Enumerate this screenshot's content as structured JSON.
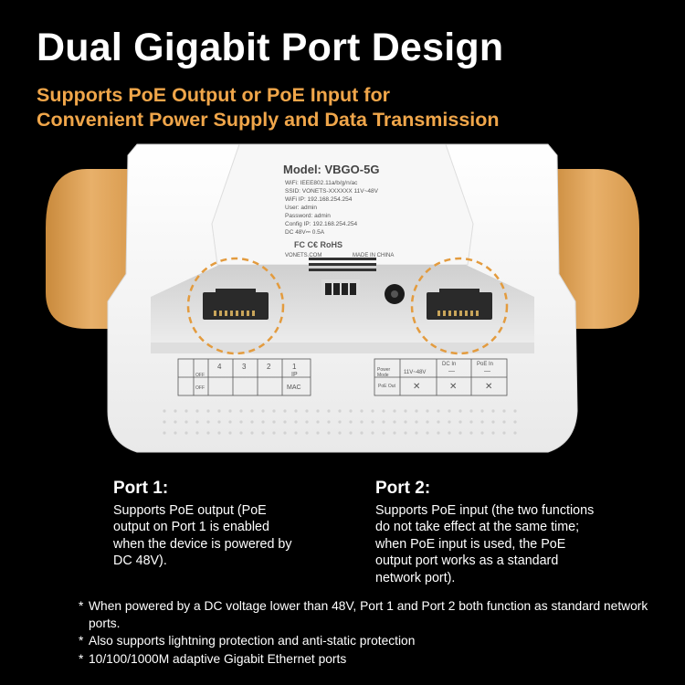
{
  "header": {
    "title": "Dual Gigabit Port Design",
    "subtitle_line1": "Supports PoE Output or PoE Input for",
    "subtitle_line2": "Convenient Power Supply and Data Transmission"
  },
  "device_label": {
    "model": "Model: VBGO-5G",
    "wifi": "WiFi: IEEE802.11a/b/g/n/ac",
    "ssid": "SSID: VONETS-XXXXXX   11V~48V",
    "wifi_ip": "WiFi IP: 192.168.254.254",
    "user": "User: admin",
    "password": "Password: admin",
    "config_ip": "Config IP: 192.168.254.254",
    "dc": "DC 48V⎓ 0.5A",
    "certs": "FC  C€  RoHS",
    "website": "VONETS.COM",
    "origin": "MADE IN CHINA"
  },
  "switch_table": {
    "headers": [
      "4",
      "3",
      "2",
      "1"
    ],
    "off_label": "OFF",
    "ip_label": "IP",
    "mac_label": "MAC"
  },
  "power_table": {
    "col_dcin": "DC In",
    "col_poein": "PoE In",
    "row_power_mode": "Power Mode",
    "row_poe_out": "PoE Out",
    "voltage": "11V~48V",
    "dash": "—",
    "cross": "✕"
  },
  "port1": {
    "heading": "Port 1:",
    "desc": "Supports PoE output (PoE output on Port 1 is enabled when the device is powered by DC 48V)."
  },
  "port2": {
    "heading": "Port 2:",
    "desc": "Supports PoE input (the two functions do not take effect at the same time; when PoE input is used, the PoE output port works as a standard network port)."
  },
  "notes": [
    "When powered by a DC voltage lower than 48V, Port 1 and Port 2 both function as standard network ports.",
    "Also supports lightning protection and anti-static protection",
    "10/100/1000M adaptive Gigabit Ethernet ports"
  ],
  "note_marker": "*",
  "colors": {
    "background": "#000000",
    "accent": "#f0a64a",
    "device_body": "#f4f4f4",
    "orange_panel": "#dfa65a"
  }
}
